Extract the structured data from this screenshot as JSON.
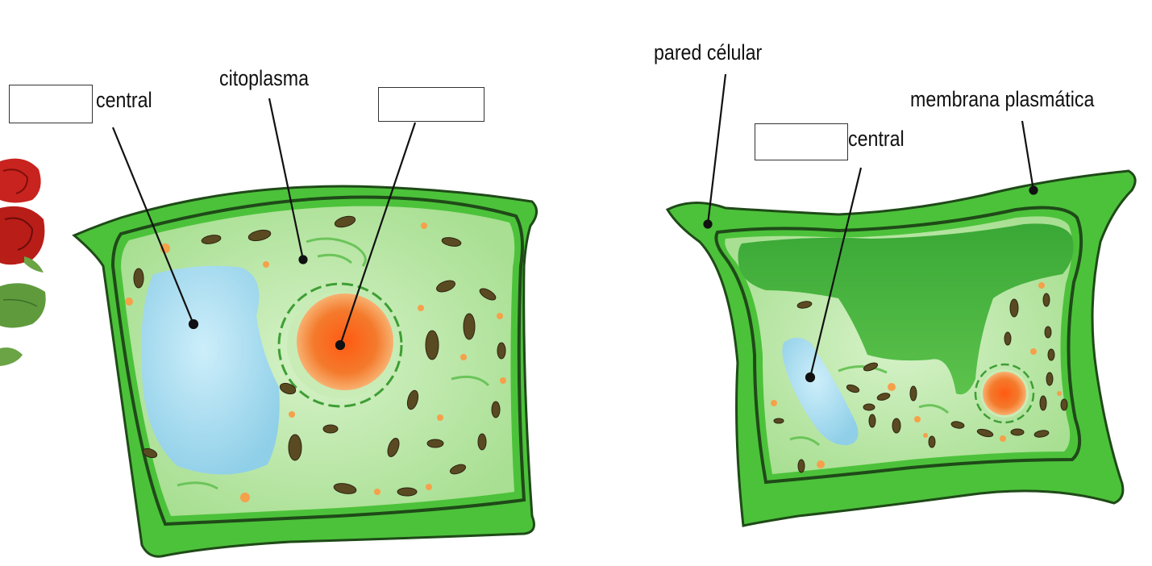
{
  "left_cell": {
    "labels": {
      "central": "central",
      "citoplasma": "citoplasma"
    }
  },
  "right_cell": {
    "labels": {
      "pared_celular": "pared célular",
      "membrana_plasmatica": "membrana plasmática",
      "central": "central"
    }
  },
  "colors": {
    "cell_wall": "#4cc23a",
    "cell_outline": "#1f4a18",
    "cytoplasm": "#b6e6a4",
    "vacuole": "#a9dcf0",
    "nucleus": "#f47a2c",
    "chloroplast": "#5a4a22",
    "organelle_dot": "#f6a04a"
  }
}
